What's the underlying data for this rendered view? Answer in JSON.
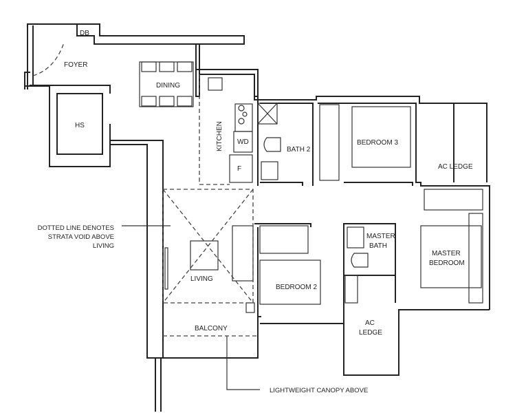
{
  "rooms": {
    "db": "DB",
    "foyer": "FOYER",
    "dining": "DINING",
    "hs": "HS",
    "kitchen": "KITCHEN",
    "wd": "WD",
    "f": "F",
    "bath2": "BATH 2",
    "bedroom3": "BEDROOM 3",
    "ac_ledge_top": "AC LEDGE",
    "master_bath_1": "MASTER",
    "master_bath_2": "BATH",
    "master_bedroom_1": "MASTER",
    "master_bedroom_2": "BEDROOM",
    "living": "LIVING",
    "bedroom2": "BEDROOM 2",
    "balcony": "BALCONY",
    "ac_ledge_bottom_1": "AC",
    "ac_ledge_bottom_2": "LEDGE"
  },
  "notes": {
    "void_line1": "DOTTED LINE DENOTES",
    "void_line2": "STRATA VOID ABOVE",
    "void_line3": "LIVING",
    "canopy": "LIGHTWEIGHT CANOPY ABOVE"
  }
}
